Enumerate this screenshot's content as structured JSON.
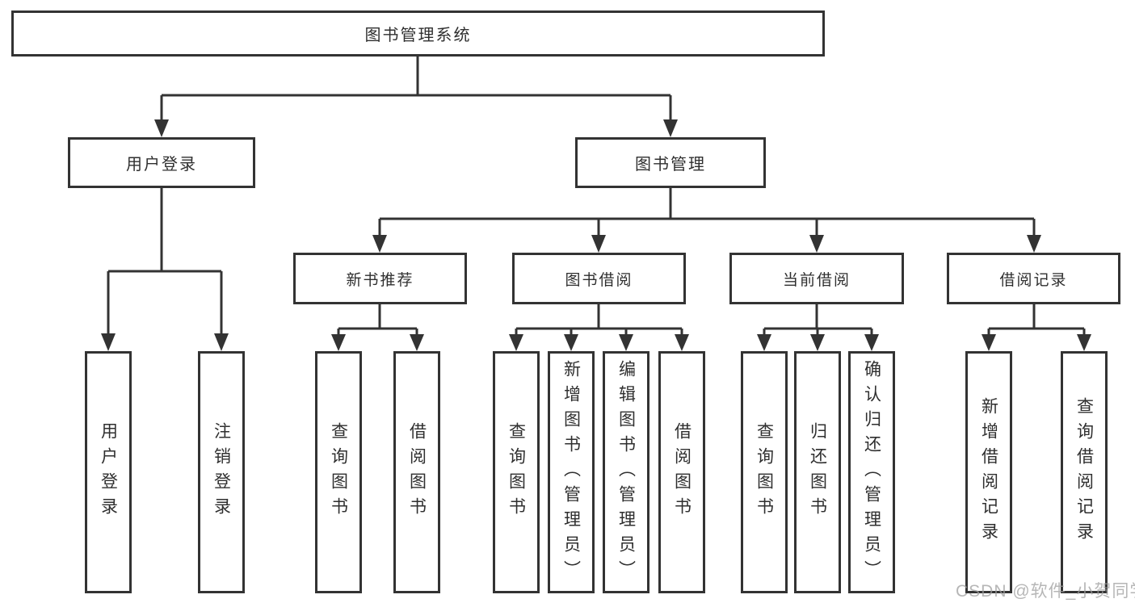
{
  "root": {
    "label": "图书管理系统"
  },
  "level2": [
    {
      "label": "用户登录"
    },
    {
      "label": "图书管理"
    }
  ],
  "level3": [
    {
      "label": "新书推荐"
    },
    {
      "label": "图书借阅"
    },
    {
      "label": "当前借阅"
    },
    {
      "label": "借阅记录"
    }
  ],
  "leaves": [
    {
      "label": "用户登录"
    },
    {
      "label": "注销登录"
    },
    {
      "label": "查询图书"
    },
    {
      "label": "借阅图书"
    },
    {
      "label": "查询图书"
    },
    {
      "label": "新增图书（管理员）"
    },
    {
      "label": "编辑图书（管理员）"
    },
    {
      "label": "借阅图书"
    },
    {
      "label": "查询图书"
    },
    {
      "label": "归还图书"
    },
    {
      "label": "确认归还（管理员）"
    },
    {
      "label": "新增借阅记录"
    },
    {
      "label": "查询借阅记录"
    }
  ],
  "watermark": "CSDN @软件_小贺同学",
  "colors": {
    "line": "#333333",
    "text": "#2f2f2f",
    "background": "#ffffff",
    "watermark": "#9e9e9e"
  }
}
